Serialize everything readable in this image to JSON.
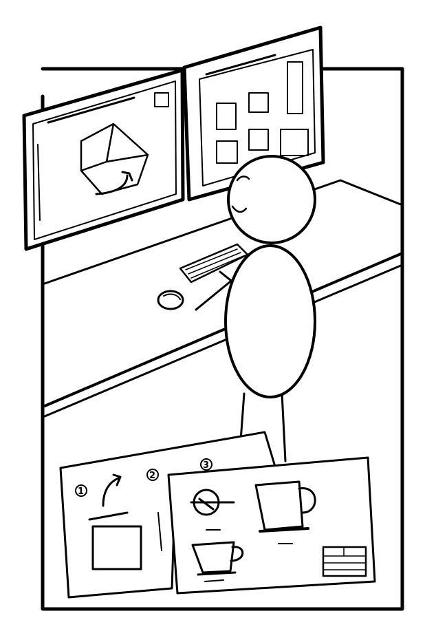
{
  "illustration": {
    "step_numbers": [
      "1",
      "2",
      "3"
    ],
    "colors": {
      "ink": "#000000",
      "paper": "#ffffff"
    }
  }
}
